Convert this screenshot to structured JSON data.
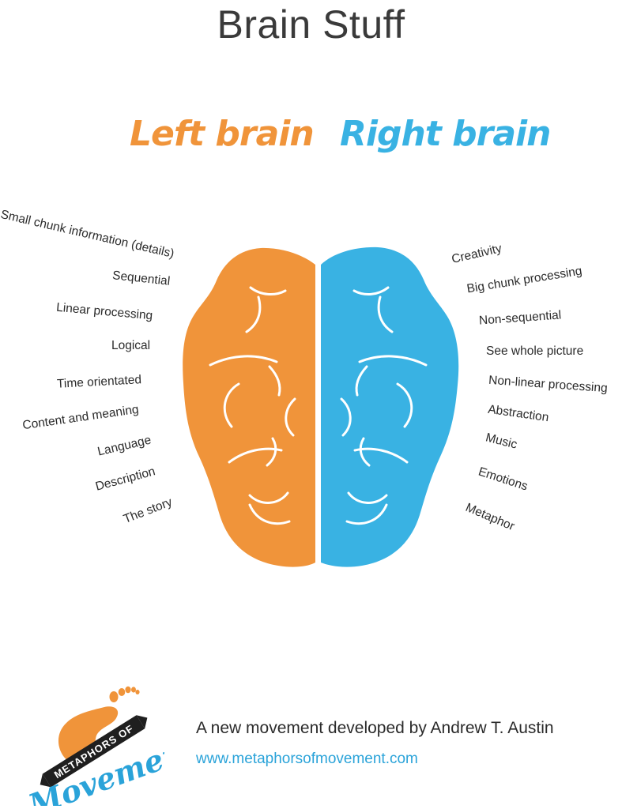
{
  "title": "Brain Stuff",
  "labels": {
    "left": "Left brain",
    "right": "Right brain"
  },
  "colors": {
    "left": "#f0943a",
    "right": "#39b2e3",
    "text": "#2b2b2b",
    "link": "#2aa3d9"
  },
  "left_traits": [
    "Small chunk information (details)",
    "Sequential",
    "Linear processing",
    "Logical",
    "Time orientated",
    "Content and meaning",
    "Language",
    "Description",
    "The story"
  ],
  "right_traits": [
    "Creativity",
    "Big chunk processing",
    "Non-sequential",
    "See whole picture",
    "Non-linear processing",
    "Abstraction",
    "Music",
    "Emotions",
    "Metaphor"
  ],
  "footer": {
    "tagline": "A new movement developed by Andrew T. Austin",
    "website": "www.metaphorsofmovement.com"
  },
  "logo": {
    "top_text": "METAPHORS OF",
    "script_text": "Movement",
    "icon": "footprint-icon"
  }
}
